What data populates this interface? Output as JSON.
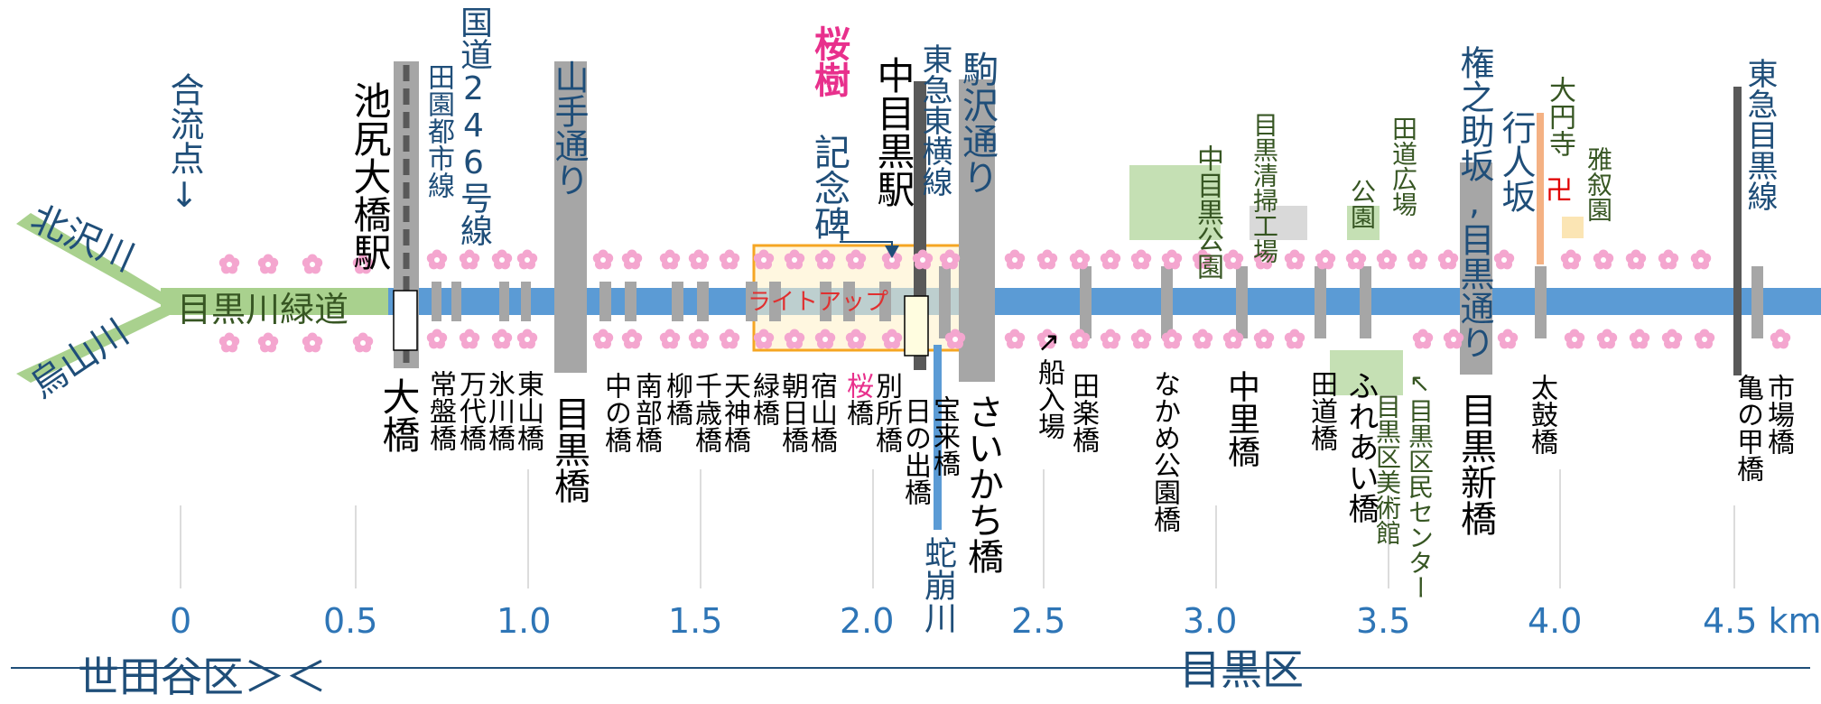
{
  "rivers": {
    "kitazawa": "北沢川",
    "karasuyama": "烏山川",
    "confluence": "合流点↓",
    "greenway": "目黒川緑道",
    "jakuzure": "蛇崩川"
  },
  "stations": {
    "ikejiri": "池尻大橋駅",
    "nakameguro": "中目黒駅"
  },
  "roads": {
    "toen": "田園都市線",
    "r246": "国道246号線",
    "yamate": "山手通り",
    "toyoko": "東急東横線",
    "komazawa": "駒沢通り",
    "gonnosuke": "権之助坂,目黒通り",
    "gyonin": "行人坂",
    "meguro_line": "東急目黒線"
  },
  "landmarks": {
    "sakura_kinenhi_a": "桜樹",
    "sakura_kinenhi_b": "記念碑",
    "lightup": "ライトアップ",
    "naka_park": "中目黒公園",
    "seisou": "目黒清掃工場",
    "park": "公園",
    "dendou_hiroba": "田道広場",
    "daienji": "大円寺",
    "manji": "卍",
    "gajoen": "雅叙園",
    "kumin_center": "↖目黒区民センター",
    "museum": "目黒区美術館"
  },
  "bridges": [
    {
      "name": "大橋",
      "big": true
    },
    {
      "name": "常盤橋"
    },
    {
      "name": "万代橋"
    },
    {
      "name": "氷川橋"
    },
    {
      "name": "東山橋"
    },
    {
      "name": "目黒橋",
      "big": true
    },
    {
      "name": "中の橋"
    },
    {
      "name": "南部橋"
    },
    {
      "name": "柳橋"
    },
    {
      "name": "千歳橋"
    },
    {
      "name": "天神橋"
    },
    {
      "name": "緑橋"
    },
    {
      "name": "朝日橋"
    },
    {
      "name": "宿山橋"
    },
    {
      "name": "桜橋",
      "pink_char": "桜"
    },
    {
      "name": "別所橋"
    },
    {
      "name": "日の出橋"
    },
    {
      "name": "宝来橋"
    },
    {
      "name": "さいかち橋",
      "big": true
    },
    {
      "name": "↗船入場"
    },
    {
      "name": "田楽橋"
    },
    {
      "name": "なかめ公園橋"
    },
    {
      "name": "中里橋",
      "big": true
    },
    {
      "name": "田道橋"
    },
    {
      "name": "ふれあい橋"
    },
    {
      "name": "目黒新橋",
      "big": true
    },
    {
      "name": "太鼓橋"
    },
    {
      "name": "亀の甲橋"
    },
    {
      "name": "市場橋"
    }
  ],
  "axis": {
    "ticks": [
      "0",
      "0.5",
      "1.0",
      "1.5",
      "2.0",
      "2.5",
      "3.0",
      "3.5",
      "4.0",
      "4.5 km"
    ],
    "min": 0,
    "max": 4.5,
    "unit": "km"
  },
  "wards": {
    "setagaya": "世田谷区",
    "boundary": "＞＜",
    "meguro": "目黒区"
  },
  "colors": {
    "river": "#5b9bd5",
    "greenway": "#a9d18e",
    "bridge": "#a6a6a6",
    "blossom": "#f4a6cf",
    "label_blue": "#1f4e79",
    "label_green": "#375623",
    "pink": "#e8308c",
    "lightup": "#f5a623",
    "axis_text": "#2e75b6"
  }
}
